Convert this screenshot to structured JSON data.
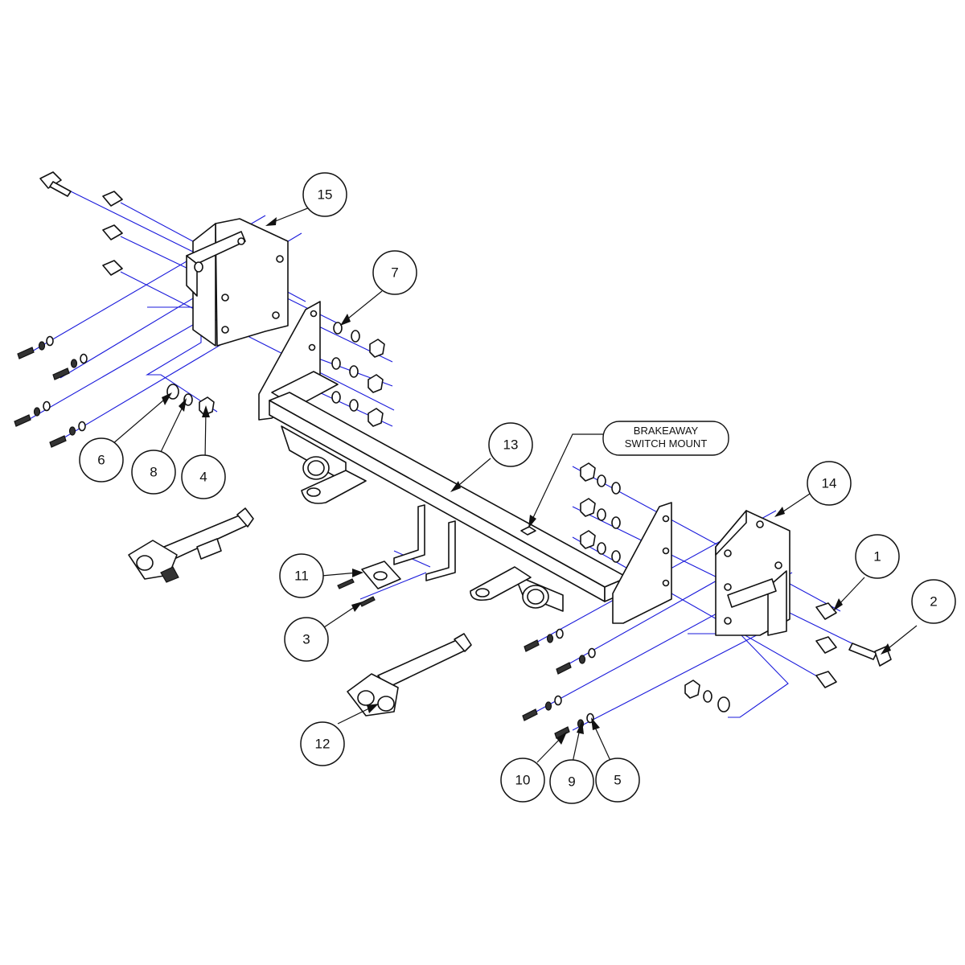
{
  "callout": {
    "line1": "BRAKEAWAY",
    "line2": "SWITCH MOUNT"
  },
  "balloons": [
    {
      "id": "b1",
      "label": "1"
    },
    {
      "id": "b2",
      "label": "2"
    },
    {
      "id": "b3",
      "label": "3"
    },
    {
      "id": "b4",
      "label": "4"
    },
    {
      "id": "b5",
      "label": "5"
    },
    {
      "id": "b6",
      "label": "6"
    },
    {
      "id": "b7",
      "label": "7"
    },
    {
      "id": "b8",
      "label": "8"
    },
    {
      "id": "b9",
      "label": "9"
    },
    {
      "id": "b10",
      "label": "10"
    },
    {
      "id": "b11",
      "label": "11"
    },
    {
      "id": "b12",
      "label": "12"
    },
    {
      "id": "b13",
      "label": "13"
    },
    {
      "id": "b14",
      "label": "14"
    },
    {
      "id": "b15",
      "label": "15"
    }
  ],
  "colors": {
    "axis_lines": "#1a1adb",
    "outline": "#111111",
    "background": "#ffffff"
  }
}
